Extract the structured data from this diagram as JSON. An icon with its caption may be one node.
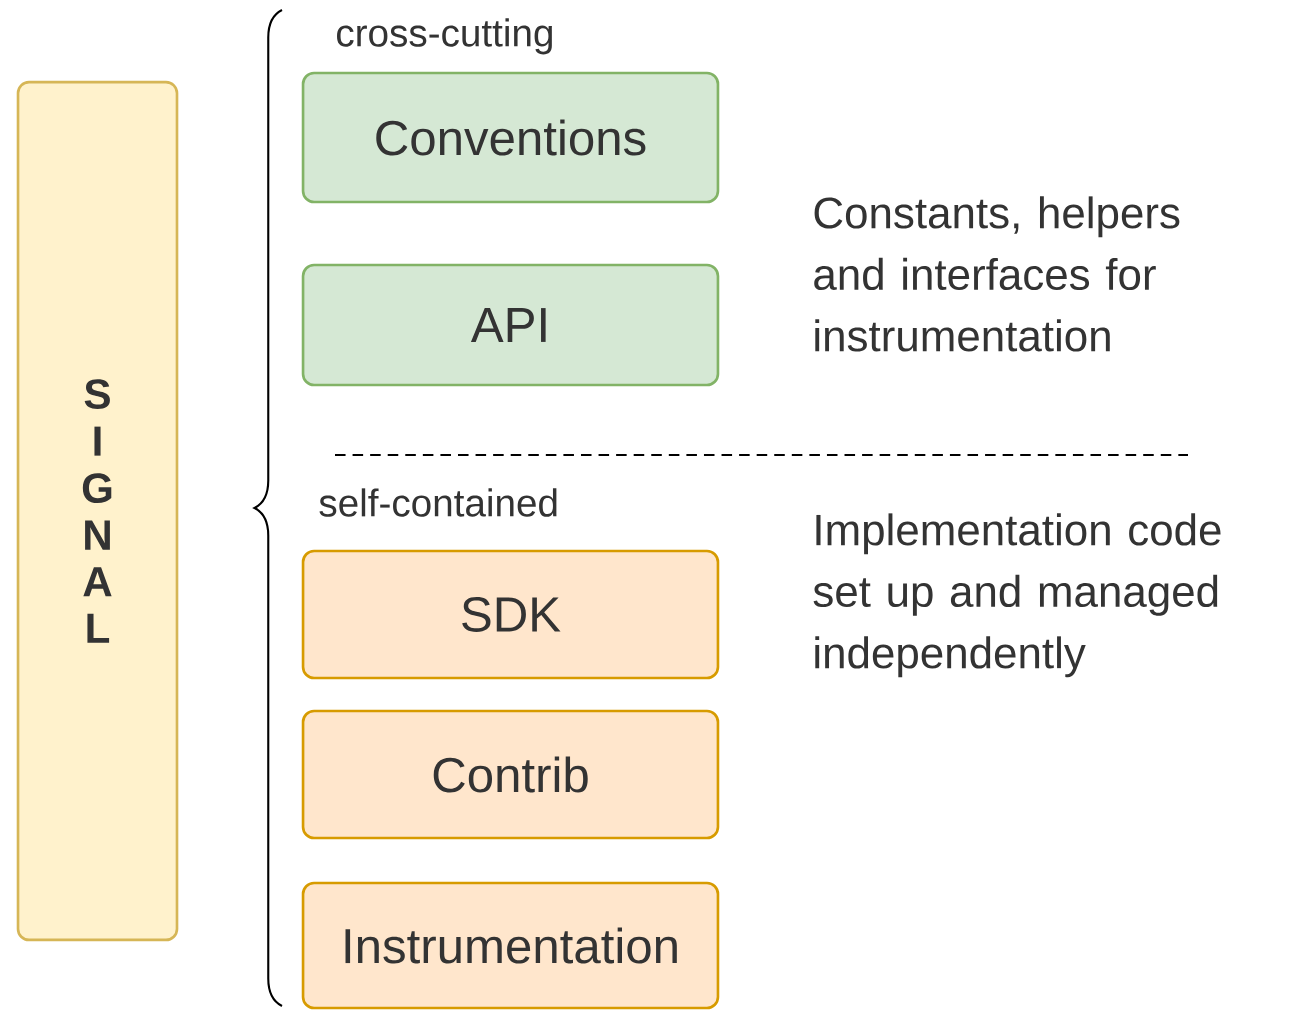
{
  "diagram": {
    "nodes": [
      {
        "text": [
          "SIGNAL"
        ]
      },
      {
        "text": [
          "Conventions"
        ]
      },
      {
        "text": [
          "API"
        ]
      },
      {
        "text": [
          "SDK"
        ]
      },
      {
        "text": [
          "Contrib"
        ]
      },
      {
        "text": [
          "Instrumentation"
        ]
      }
    ],
    "labels": [
      "cross-cutting",
      "Constants, helpers and interfaces for instrumentation",
      "self-contained",
      "Implementation code set up and managed independently"
    ]
  }
}
